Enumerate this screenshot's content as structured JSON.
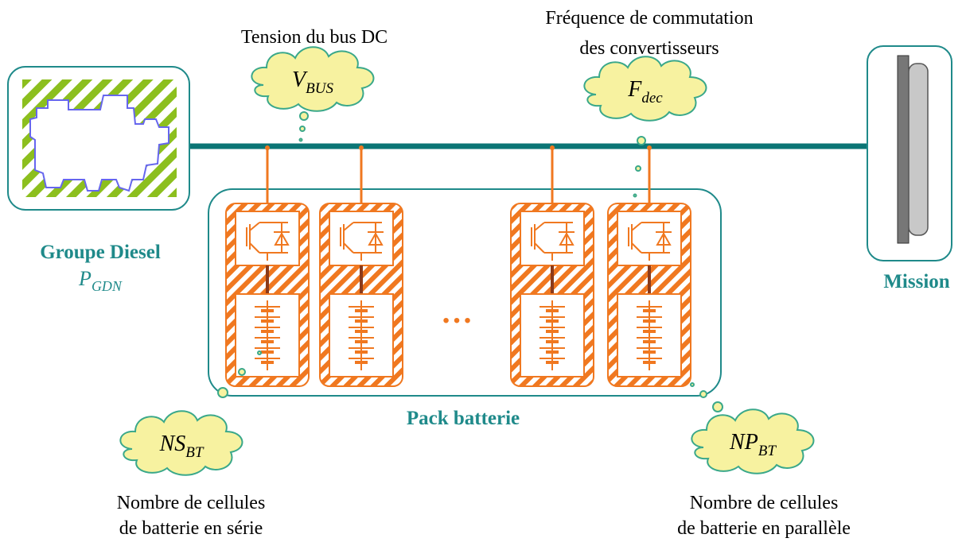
{
  "labels": {
    "bus_voltage": "Tension du bus DC",
    "switching_freq_line1": "Fréquence de commutation",
    "switching_freq_line2": "des convertisseurs",
    "diesel_name": "Groupe Diesel",
    "diesel_power_main": "P",
    "diesel_power_sub": "GDN",
    "mission": "Mission",
    "pack": "Pack batterie",
    "ellipsis": "…",
    "ns_caption_line1": "Nombre de cellules",
    "ns_caption_line2": "de batterie en série",
    "np_caption_line1": "Nombre de cellules",
    "np_caption_line2": "de batterie en parallèle"
  },
  "clouds": {
    "vbus": {
      "main": "V",
      "sub": "BUS"
    },
    "fdec": {
      "main": "F",
      "sub": "dec"
    },
    "nsbt": {
      "main": "NS",
      "sub": "BT"
    },
    "npbt": {
      "main": "NP",
      "sub": "BT"
    }
  },
  "colors": {
    "teal": "#1f8a8a",
    "bus": "#0b7575",
    "orange": "#f07820",
    "green_hatch": "#8cbf1e",
    "engine_outline": "#6666ee",
    "cloud_fill": "#f7f2a0",
    "cloud_stroke": "#3aa88a",
    "bond": "#8b3a1a"
  }
}
